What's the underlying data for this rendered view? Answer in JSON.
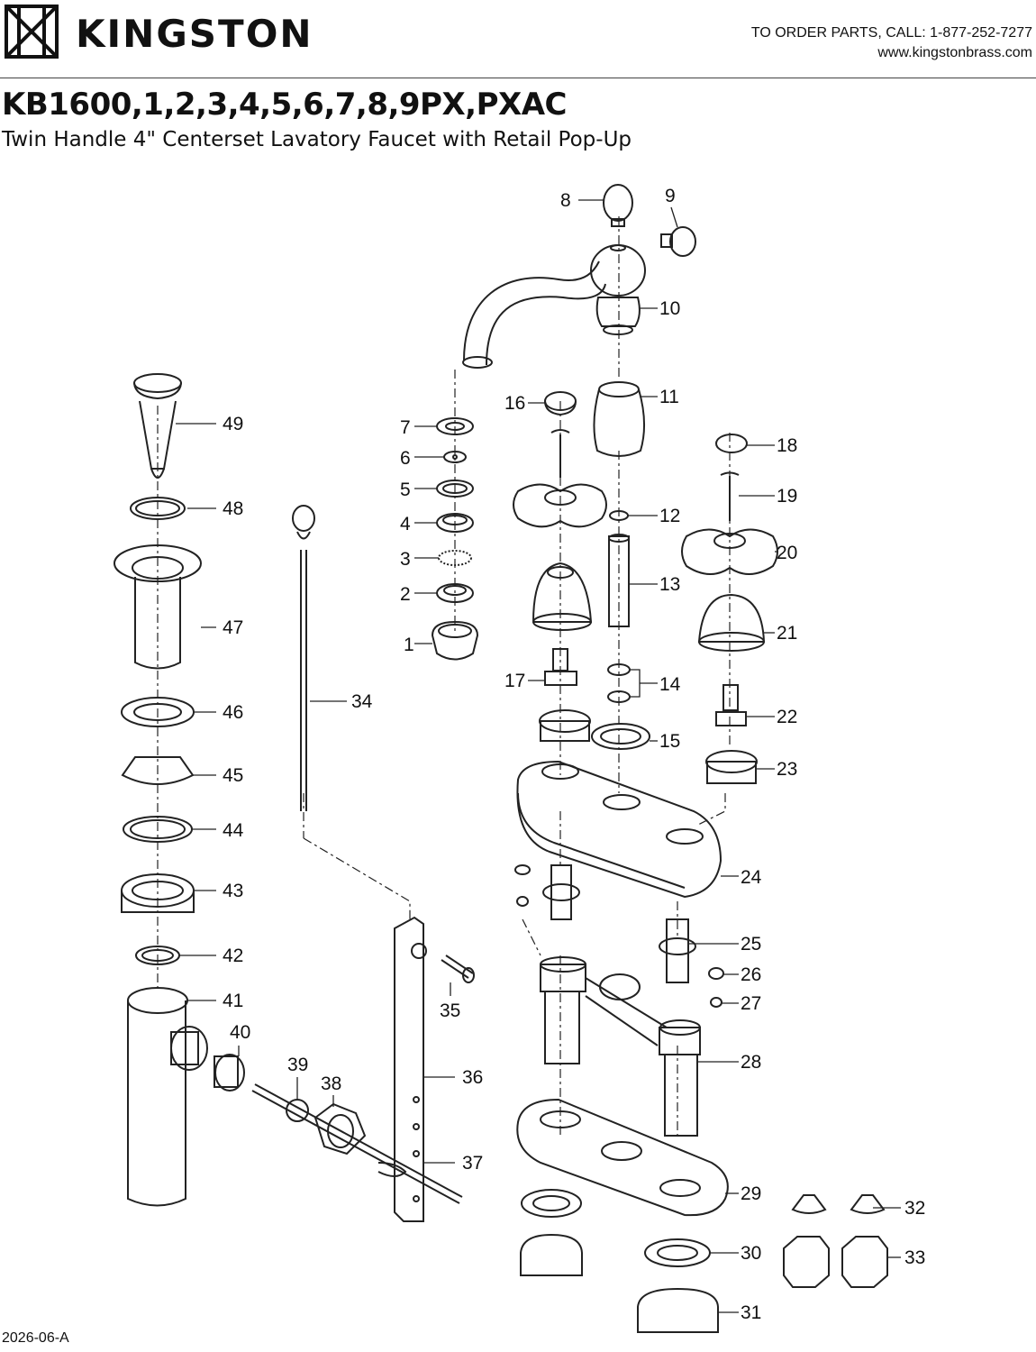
{
  "brand": {
    "name": "KINGSTON",
    "logo_icon": "kingston-logo-icon"
  },
  "contact": {
    "order_line": "TO ORDER PARTS, CALL: 1-877-252-7277",
    "website": "www.kingstonbrass.com"
  },
  "title": {
    "model": "KB1600,1,2,3,4,5,6,7,8,9PX,PXAC",
    "subtitle": "Twin Handle 4\" Centerset Lavatory Faucet with Retail Pop-Up"
  },
  "parts": [
    {
      "id": "part-1",
      "label": "1"
    },
    {
      "id": "part-2",
      "label": "2"
    },
    {
      "id": "part-3",
      "label": "3"
    },
    {
      "id": "part-4",
      "label": "4"
    },
    {
      "id": "part-5",
      "label": "5"
    },
    {
      "id": "part-6",
      "label": "6"
    },
    {
      "id": "part-7",
      "label": "7"
    },
    {
      "id": "part-8",
      "label": "8"
    },
    {
      "id": "part-9",
      "label": "9"
    },
    {
      "id": "part-10",
      "label": "10"
    },
    {
      "id": "part-11",
      "label": "11"
    },
    {
      "id": "part-12",
      "label": "12"
    },
    {
      "id": "part-13",
      "label": "13"
    },
    {
      "id": "part-14",
      "label": "14"
    },
    {
      "id": "part-15",
      "label": "15"
    },
    {
      "id": "part-16",
      "label": "16"
    },
    {
      "id": "part-17",
      "label": "17"
    },
    {
      "id": "part-18",
      "label": "18"
    },
    {
      "id": "part-19",
      "label": "19"
    },
    {
      "id": "part-20",
      "label": "20"
    },
    {
      "id": "part-21",
      "label": "21"
    },
    {
      "id": "part-22",
      "label": "22"
    },
    {
      "id": "part-23",
      "label": "23"
    },
    {
      "id": "part-24",
      "label": "24"
    },
    {
      "id": "part-25",
      "label": "25"
    },
    {
      "id": "part-26",
      "label": "26"
    },
    {
      "id": "part-27",
      "label": "27"
    },
    {
      "id": "part-28",
      "label": "28"
    },
    {
      "id": "part-29",
      "label": "29"
    },
    {
      "id": "part-30",
      "label": "30"
    },
    {
      "id": "part-31",
      "label": "31"
    },
    {
      "id": "part-32",
      "label": "32"
    },
    {
      "id": "part-33",
      "label": "33"
    },
    {
      "id": "part-34",
      "label": "34"
    },
    {
      "id": "part-35",
      "label": "35"
    },
    {
      "id": "part-36",
      "label": "36"
    },
    {
      "id": "part-37",
      "label": "37"
    },
    {
      "id": "part-38",
      "label": "38"
    },
    {
      "id": "part-39",
      "label": "39"
    },
    {
      "id": "part-40",
      "label": "40"
    },
    {
      "id": "part-41",
      "label": "41"
    },
    {
      "id": "part-42",
      "label": "42"
    },
    {
      "id": "part-43",
      "label": "43"
    },
    {
      "id": "part-44",
      "label": "44"
    },
    {
      "id": "part-45",
      "label": "45"
    },
    {
      "id": "part-46",
      "label": "46"
    },
    {
      "id": "part-47",
      "label": "47"
    },
    {
      "id": "part-48",
      "label": "48"
    },
    {
      "id": "part-49",
      "label": "49"
    }
  ],
  "footer": {
    "doc_code": "2026-06-A"
  }
}
